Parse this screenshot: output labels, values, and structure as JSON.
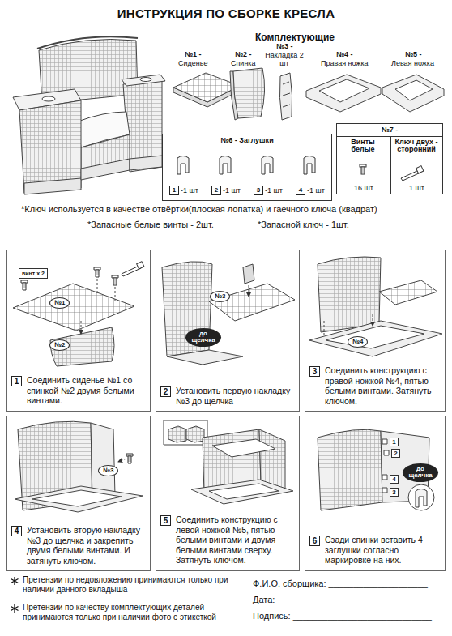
{
  "diagram": {
    "title": "ИНСТРУКЦИЯ ПО СБОРКЕ КРЕСЛА",
    "nodes": [
      {
        "text": [
          "№6 - Заглушки"
        ]
      },
      {
        "text": [
          "1",
          "-1 шт"
        ],
        "in": 0
      },
      {
        "text": [
          "2",
          "-1 шт"
        ],
        "in": 0
      },
      {
        "text": [
          "3",
          "-1 шт"
        ],
        "in": 0
      },
      {
        "text": [
          "4",
          "-1 шт"
        ],
        "in": 0
      },
      {
        "text": [
          "№7 -"
        ]
      },
      {
        "text": [
          "Винты белые",
          "16 шт"
        ],
        "in": 5
      },
      {
        "text": [
          "Ключ двух - сторонний",
          "1 шт"
        ],
        "in": 5
      },
      {
        "text": [
          "1",
          "Соединить сиденье №1 со спинкой №2 двумя белыми винтами."
        ]
      },
      {
        "text": [
          "винт х 2"
        ],
        "in": 8
      },
      {
        "text": [
          "№1"
        ],
        "in": 8
      },
      {
        "text": [
          "№2"
        ],
        "in": 8
      },
      {
        "text": [
          "2",
          "Установить первую накладку №3 до щелчка"
        ]
      },
      {
        "text": [
          "№3"
        ],
        "in": 12
      },
      {
        "text": [
          "до щелчка"
        ],
        "in": 12
      },
      {
        "text": [
          "3",
          "Соединить конструкцию с правой ножкой №4, пятью белыми винтами. Затянуть ключом."
        ]
      },
      {
        "text": [
          "№4"
        ],
        "in": 15
      },
      {
        "text": [
          "4",
          "Установить вторую накладку №3 до щелчка и закрепить двумя белыми винтами. И затянуть ключом."
        ]
      },
      {
        "text": [
          "№3"
        ],
        "in": 17
      },
      {
        "text": [
          "5",
          "Соединить конструкцию с левой ножкой №5, пятью белыми винтами и двумя белыми винтами сверху. Затянуть ключом."
        ]
      },
      {
        "text": [
          "6",
          "Сзади спинки вставить 4 заглушки согласно маркировке на них."
        ]
      },
      {
        "text": [
          "1"
        ],
        "in": 20
      },
      {
        "text": [
          "2"
        ],
        "in": 20
      },
      {
        "text": [
          "3"
        ],
        "in": 20
      },
      {
        "text": [
          "4"
        ],
        "in": 20
      },
      {
        "text": [
          "до щелчка"
        ],
        "in": 20
      }
    ],
    "labels": [
      "Комплектующие",
      "№1 -",
      "Сиденье",
      "№2 -",
      "Спинка",
      "№3 -",
      "Накладка 2 шт",
      "№4 -",
      "Правая ножка",
      "№5 -",
      "Левая ножка",
      "*Ключ используется в качестве отвёртки(плоская лопатка) и гаечного ключа (квадрат)",
      "*Запасные белые винты - 2шт.",
      "*Запасной ключ - 1шт.",
      "Претензии по недовложению принимаются только при наличии данного вкладыша",
      "Претензии по качеству комплектующих деталей принимаются только при наличии фото с этикеткой",
      "Ф.И.О. сборщика: ____________________",
      "Дата: _______________________________",
      "Подпись: ____________________________"
    ]
  }
}
